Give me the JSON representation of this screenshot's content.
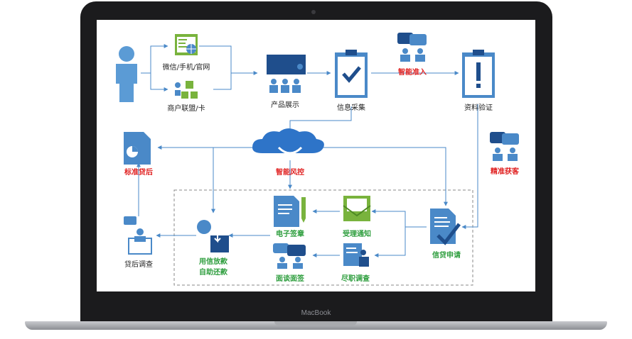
{
  "device": {
    "brand": "MacBook"
  },
  "colors": {
    "accent": "#4a89c8",
    "red": "#e02020",
    "green": "#2e9e3e",
    "dark": "#222222",
    "line": "#5a9ad4"
  },
  "nodes": {
    "channels_online": "微信/手机/官网",
    "channels_offline": "商户联盟/卡",
    "product_display": "产品展示",
    "info_collect": "信息采集",
    "smart_access": "智能准入",
    "data_verify": "资料验证",
    "precise_acquire": "精准获客",
    "smart_risk": "智能风控",
    "standard_post_loan": "标准贷后",
    "credit_apply": "信贷申请",
    "accept_notice": "受理通知",
    "due_diligence": "尽职调查",
    "e_signature": "电子签章",
    "interview": "面谈面签",
    "credit_use_line1": "用信放款",
    "credit_use_line2": "自助还款",
    "post_loan_survey": "贷后调查"
  }
}
